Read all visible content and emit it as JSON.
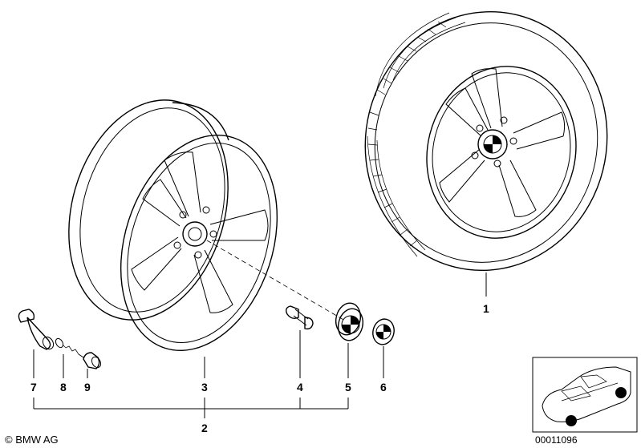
{
  "callouts": {
    "p1": "1",
    "p2": "2",
    "p3": "3",
    "p4": "4",
    "p5": "5",
    "p6": "6",
    "p7": "7",
    "p8": "8",
    "p9": "9"
  },
  "footer": {
    "copyright": "© BMW AG",
    "reference": "00011096"
  }
}
